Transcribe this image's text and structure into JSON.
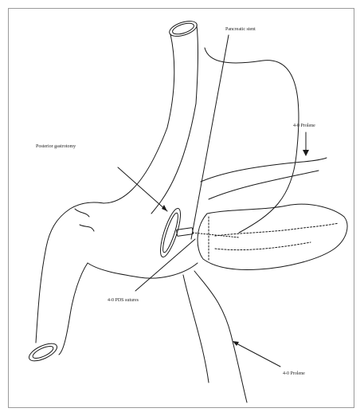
{
  "figure": {
    "labels": {
      "pancreatic_stent": "Pancreatic stent",
      "posterior_gastrotomy": "Posterior gastrotomy",
      "prolene_upper": "4-0 Prolene",
      "pds_sutures": "4-0 PDS sutures",
      "prolene_lower": "4-0 Prolene"
    },
    "colors": {
      "line": "#1a1a1a",
      "border": "#9a9a9a",
      "background": "#ffffff"
    }
  }
}
